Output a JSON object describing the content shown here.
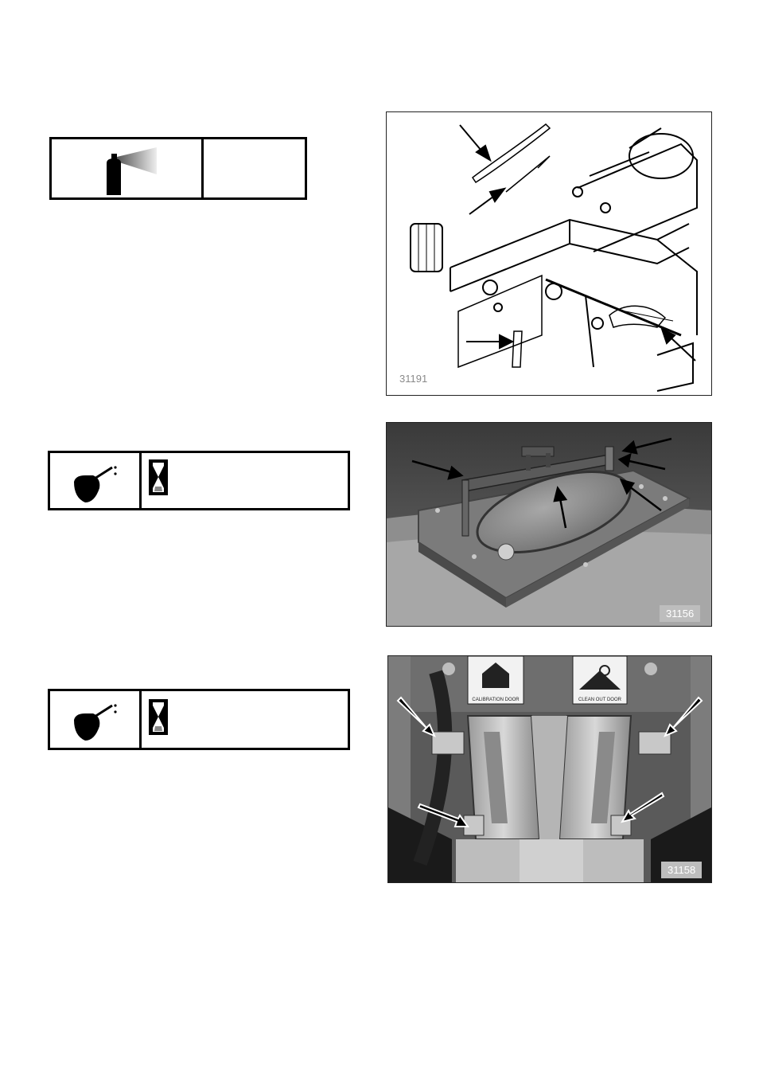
{
  "figures": [
    {
      "id": "31191"
    },
    {
      "id": "31156"
    },
    {
      "id": "31158"
    }
  ],
  "photo_labels": {
    "calibration_door": "CALIBRATION DOOR",
    "clean_out_door": "CLEAN OUT DOOR"
  },
  "icons": {
    "spray": "aerosol-spray-can-icon",
    "oil": "oil-can-icon",
    "interval": "hourglass-icon"
  },
  "colors": {
    "ink": "#000000",
    "figure_number_plain": "#8a8a8a",
    "figure_number_tag_bg": "#bdbdbd",
    "hopper_lid": "#7d7d7d",
    "photo_bg_dark": "#4a4a4a"
  }
}
